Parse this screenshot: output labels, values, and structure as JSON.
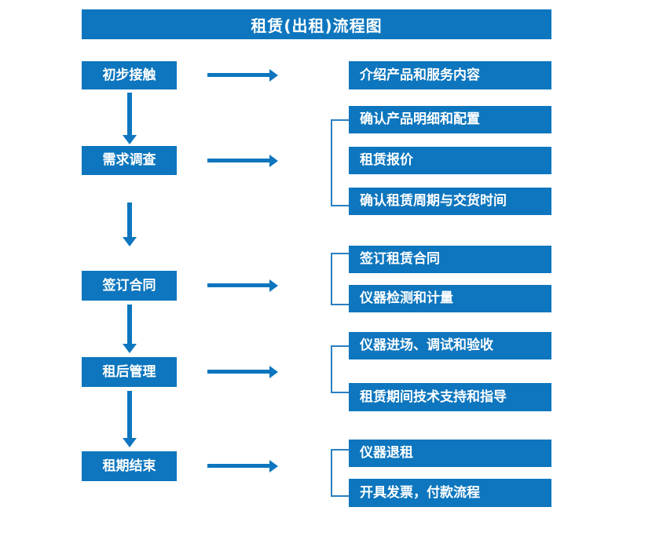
{
  "diagram": {
    "title": "租赁(出租)流程图",
    "accent_color": "#0d76be",
    "bracket_color": "#2a7fc0",
    "background_color": "#ffffff",
    "text_color": "#ffffff"
  },
  "stages": [
    {
      "label": "初步接触"
    },
    {
      "label": "需求调查"
    },
    {
      "label": "签订合同"
    },
    {
      "label": "租后管理"
    },
    {
      "label": "租期结束"
    }
  ],
  "details": [
    {
      "label": "介绍产品和服务内容"
    },
    {
      "label": "确认产品明细和配置"
    },
    {
      "label": "租赁报价"
    },
    {
      "label": "确认租赁周期与交货时间"
    },
    {
      "label": "签订租赁合同"
    },
    {
      "label": "仪器检测和计量"
    },
    {
      "label": "仪器进场、调试和验收"
    },
    {
      "label": "租赁期间技术支持和指导"
    },
    {
      "label": "仪器退租"
    },
    {
      "label": "开具发票，付款流程"
    }
  ]
}
